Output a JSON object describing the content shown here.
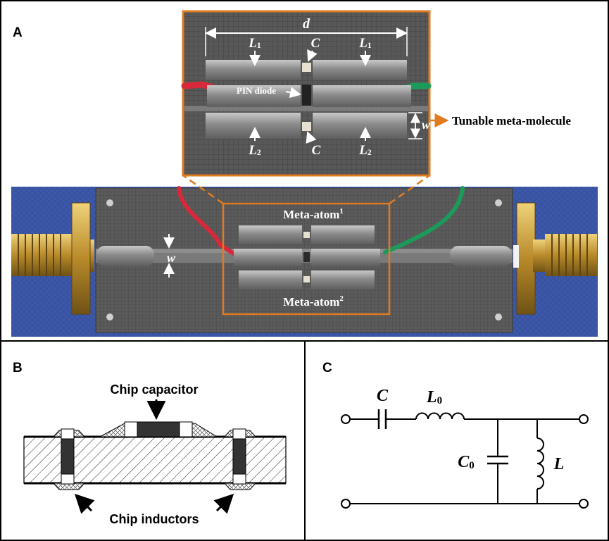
{
  "panels": {
    "a": {
      "label": "A",
      "inset": {
        "dimension_d": "d",
        "inductor_top_left": {
          "base": "L",
          "sub": "1"
        },
        "inductor_top_right": {
          "base": "L",
          "sub": "1"
        },
        "inductor_bottom_left": {
          "base": "L",
          "sub": "2"
        },
        "inductor_bottom_right": {
          "base": "L",
          "sub": "2"
        },
        "capacitor_top": "C",
        "capacitor_bottom": "C",
        "diode_label": "PIN diode",
        "width_w": "w",
        "callout": "Tunable meta-molecule"
      },
      "board": {
        "meta_atom_top": {
          "base": "Meta-atom",
          "sup": "1"
        },
        "meta_atom_bottom": {
          "base": "Meta-atom",
          "sup": "2"
        },
        "width_w": "w"
      }
    },
    "b": {
      "label": "B",
      "capacitor_label": "Chip capacitor",
      "inductor_label": "Chip inductors"
    },
    "c": {
      "label": "C",
      "series_capacitor": "C",
      "series_inductor": {
        "base": "L",
        "sub": "0"
      },
      "shunt_capacitor": {
        "base": "C",
        "sub": "0"
      },
      "shunt_inductor": "L"
    }
  },
  "colors": {
    "highlight_orange": "#e07b20",
    "board_grey": "#5a5a5a",
    "background_blue": "#3c57a6",
    "wire_red": "#d8283a",
    "wire_green": "#1c9a5a",
    "connector_gold": "#c9a13e"
  }
}
